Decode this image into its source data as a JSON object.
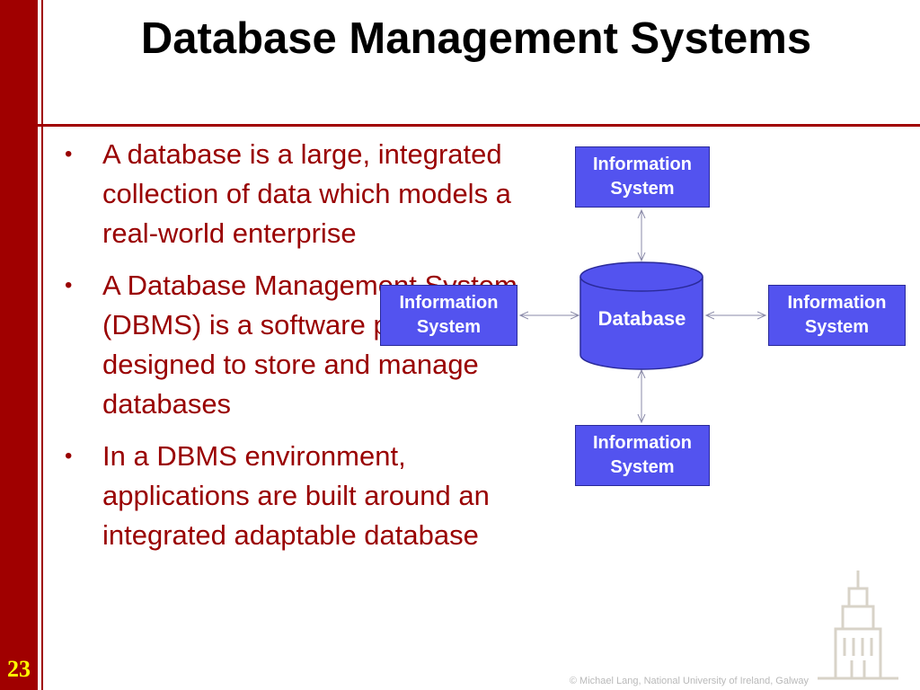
{
  "slide": {
    "title": "Database Management Systems",
    "page_number": "23",
    "footer": "© Michael Lang, National University of Ireland, Galway",
    "accent_color": "#a00000",
    "text_color": "#990000",
    "box_color": "#5353ef"
  },
  "bullets": [
    {
      "text": "A database is a large, integrated collection of data which models a real-world enterprise"
    },
    {
      "text": "A Database Management System (DBMS) is a software package designed to store and manage databases"
    },
    {
      "text": "In a DBMS environment, applications are built around an integrated adaptable database"
    }
  ],
  "diagram": {
    "center": {
      "label": "Database",
      "shape": "cylinder"
    },
    "nodes": [
      {
        "id": "top",
        "label": "Information\nSystem"
      },
      {
        "id": "left",
        "label": "Information\nSystem"
      },
      {
        "id": "right",
        "label": "Information\nSystem"
      },
      {
        "id": "bottom",
        "label": "Information\nSystem"
      }
    ],
    "connections": "bidirectional arrows between Database and each Information System"
  }
}
